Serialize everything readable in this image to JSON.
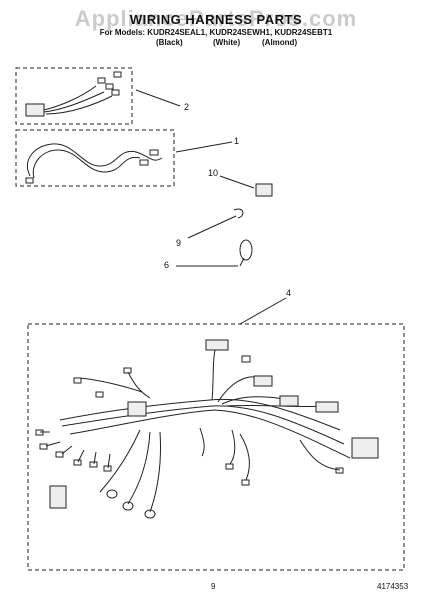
{
  "header": {
    "watermark": "AppliancePartsPros.com",
    "title": "WIRING HARNESS PARTS",
    "subtitle": "For Models: KUDR24SEAL1, KUDR24SEWH1, KUDR24SEBT1",
    "colors": [
      "(Black)",
      "(White)",
      "(Almond)"
    ]
  },
  "callouts": [
    "2",
    "1",
    "10",
    "9",
    "6",
    "4"
  ],
  "footer": {
    "page_number": "9",
    "document_number": "4174353"
  }
}
